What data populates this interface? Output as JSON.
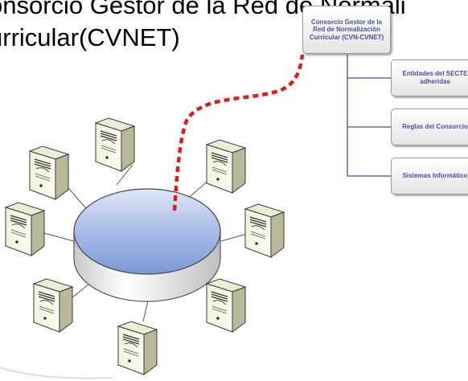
{
  "slide": {
    "title_line1": "onsorcio Gestor de la Red de Normali",
    "title_line2": "urricular(CVNET)"
  },
  "org_chart": {
    "root": "Consorcio Gestor de la Red de Normalización Curricular (CVN-CVNET)",
    "children": [
      "Entidades del SECTE adheridas",
      "Reglas del Consorcio",
      "Sistemas Informático"
    ]
  },
  "colors": {
    "box_text": "#4a4fa2",
    "dashed_link": "#e11c1c",
    "hub_fill": "#8fa8e0"
  },
  "icons": [
    "server-icon",
    "network-hub-icon"
  ]
}
